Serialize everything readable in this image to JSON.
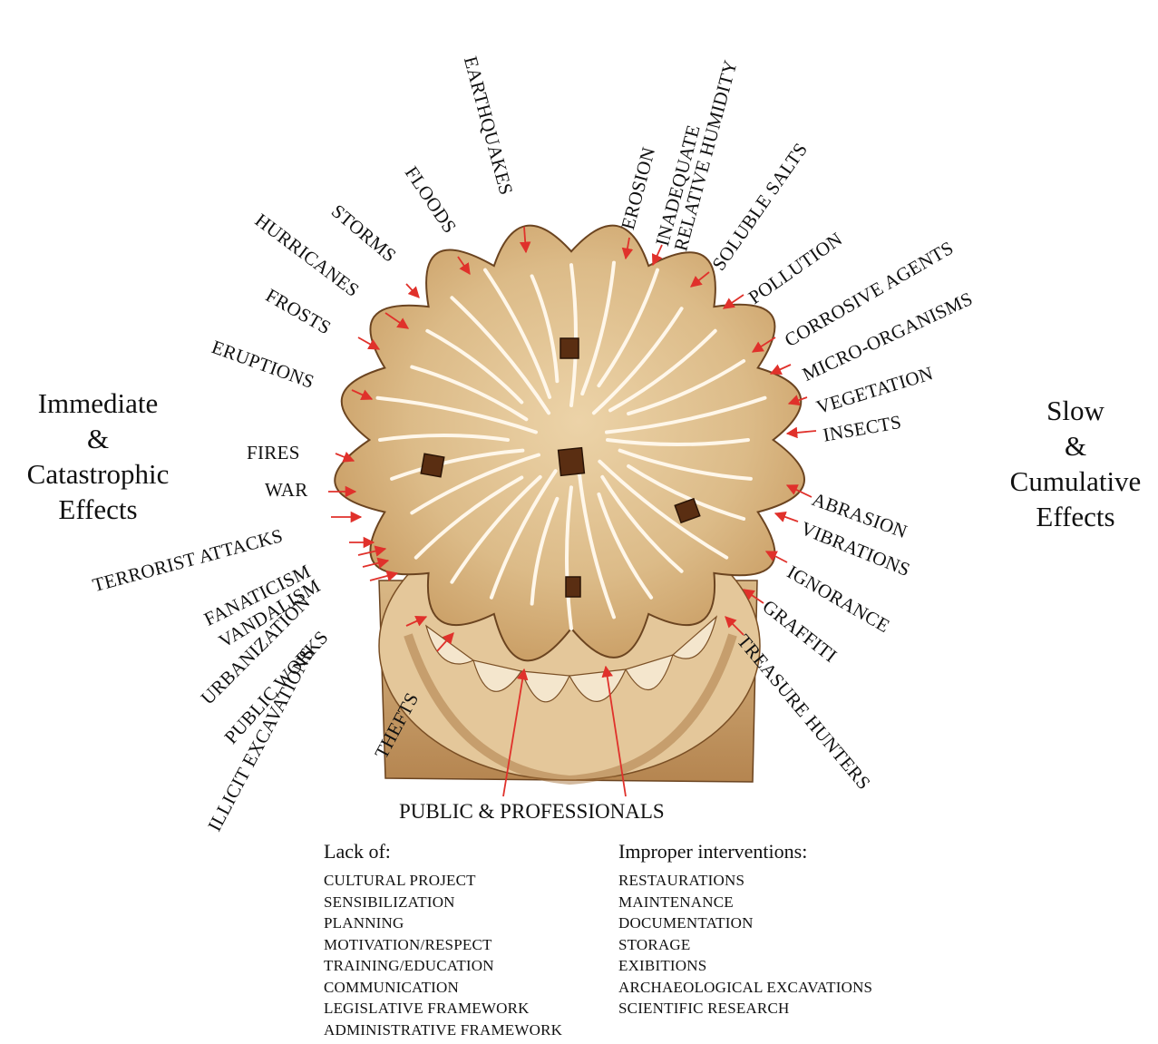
{
  "left_group": {
    "lines": [
      "Immediate",
      "&",
      "Catastrophic",
      "Effects"
    ]
  },
  "right_group": {
    "lines": [
      "Slow",
      "&",
      "Cumulative",
      "Effects"
    ]
  },
  "labels": [
    {
      "key": "earthquakes",
      "lines": [
        "EARTHQUAKES"
      ]
    },
    {
      "key": "floods",
      "lines": [
        "FLOODS"
      ]
    },
    {
      "key": "storms",
      "lines": [
        "STORMS"
      ]
    },
    {
      "key": "hurricanes",
      "lines": [
        "HURRICANES"
      ]
    },
    {
      "key": "frosts",
      "lines": [
        "FROSTS"
      ]
    },
    {
      "key": "eruptions",
      "lines": [
        "ERUPTIONS"
      ]
    },
    {
      "key": "erosion",
      "lines": [
        "EROSION"
      ]
    },
    {
      "key": "humidity",
      "lines": [
        "INADEQUATE",
        "RELATIVE HUMIDITY"
      ]
    },
    {
      "key": "salts",
      "lines": [
        "SOLUBLE SALTS"
      ]
    },
    {
      "key": "pollution",
      "lines": [
        "POLLUTION"
      ]
    },
    {
      "key": "corrosive",
      "lines": [
        "CORROSIVE AGENTS"
      ]
    },
    {
      "key": "micro",
      "lines": [
        "MICRO-ORGANISMS"
      ]
    },
    {
      "key": "vegetation",
      "lines": [
        "VEGETATION"
      ]
    },
    {
      "key": "insects",
      "lines": [
        "INSECTS"
      ]
    },
    {
      "key": "fires",
      "lines": [
        "FIRES"
      ]
    },
    {
      "key": "war",
      "lines": [
        "WAR"
      ]
    },
    {
      "key": "terrorist",
      "lines": [
        "TERRORIST ATTACKS"
      ]
    },
    {
      "key": "fanaticism",
      "lines": [
        "FANATICISM"
      ]
    },
    {
      "key": "vandalism",
      "lines": [
        "VANDALISM"
      ]
    },
    {
      "key": "urbanization",
      "lines": [
        "URBANIZATION"
      ]
    },
    {
      "key": "publicworks",
      "lines": [
        "PUBLIC WORKS"
      ]
    },
    {
      "key": "illicit",
      "lines": [
        "ILLICIT EXCAVATIONS"
      ]
    },
    {
      "key": "thefts",
      "lines": [
        "THEFTS"
      ]
    },
    {
      "key": "abrasion",
      "lines": [
        "ABRASION"
      ]
    },
    {
      "key": "vibrations",
      "lines": [
        "VIBRATIONS"
      ]
    },
    {
      "key": "ignorance",
      "lines": [
        "IGNORANCE"
      ]
    },
    {
      "key": "graffiti",
      "lines": [
        "GRAFFITI"
      ]
    },
    {
      "key": "treasure",
      "lines": [
        "TREASURE HUNTERS"
      ]
    }
  ],
  "public_label": "PUBLIC & PROFESSIONALS",
  "lack": {
    "heading": "Lack of:",
    "items": [
      "CULTURAL PROJECT",
      "SENSIBILIZATION",
      "PLANNING",
      "MOTIVATION/RESPECT",
      "TRAINING/EDUCATION",
      "COMMUNICATION",
      "LEGISLATIVE FRAMEWORK",
      "ADMINISTRATIVE FRAMEWORK"
    ]
  },
  "improper": {
    "heading": "Improper interventions:",
    "items": [
      "RESTAURATIONS",
      "MAINTENANCE",
      "DOCUMENTATION",
      "STORAGE",
      "EXIBITIONS",
      "ARCHAEOLOGICAL EXCAVATIONS",
      "SCIENTIFIC RESEARCH"
    ]
  },
  "colors": {
    "stone": "#d8b684",
    "stone_light": "#e8cfa4",
    "stone_dark": "#8a5a2a",
    "arrow": "#e0312b",
    "text": "#111111"
  }
}
